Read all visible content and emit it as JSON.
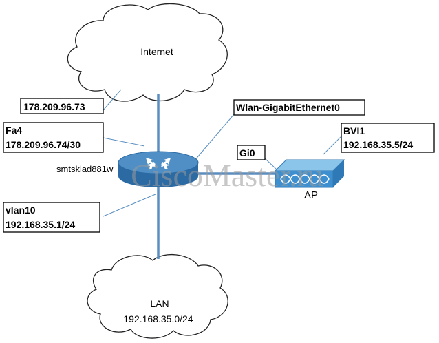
{
  "internet_cloud": {
    "label": "Internet"
  },
  "lan_cloud": {
    "label": "LAN",
    "subnet": "192.168.35.0/24"
  },
  "router": {
    "hostname": "smtsklad881w"
  },
  "access_point": {
    "label": "AP"
  },
  "watermark": "CiscoMaster.ru",
  "callouts": {
    "wan_ip": "178.209.96.73",
    "fa4_name": "Fa4",
    "fa4_ip": "178.209.96.74/30",
    "wlan": "Wlan-GigabitEthernet0",
    "gi0": "Gi0",
    "bvi_name": "BVI1",
    "bvi_ip": "192.168.35.5/24",
    "vlan_name": "vlan10",
    "vlan_ip": "192.168.35.1/24"
  },
  "colors": {
    "link": "#5a8ec0",
    "router_top": "#4f8fc6",
    "router_side": "#2b6aa3",
    "ap_face": "#3d8fcf",
    "ap_top": "#8cc5ea",
    "cloud_stroke": "#222222"
  }
}
